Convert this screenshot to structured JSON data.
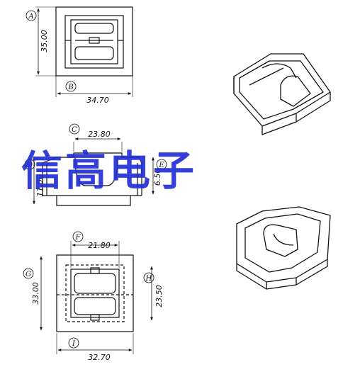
{
  "views": {
    "top": {
      "height_dim": "35.00",
      "width_dim": "34.70",
      "height_label": "A",
      "width_label": "B"
    },
    "side": {
      "width_dim": "23.80",
      "height_dim": "6.50",
      "width_label": "C",
      "height_label": "E",
      "left_label": "D",
      "left_dim": "11.00"
    },
    "bottom": {
      "inner_width_dim": "21.80",
      "height_dim": "33.00",
      "width_dim": "32.70",
      "right_dim": "23.50",
      "inner_width_label": "F",
      "height_label": "G",
      "width_label": "I",
      "right_label": "H"
    }
  },
  "watermark": {
    "text": "信高电子"
  },
  "colors": {
    "line": "#111111",
    "watermark": "#1f2bd6"
  }
}
